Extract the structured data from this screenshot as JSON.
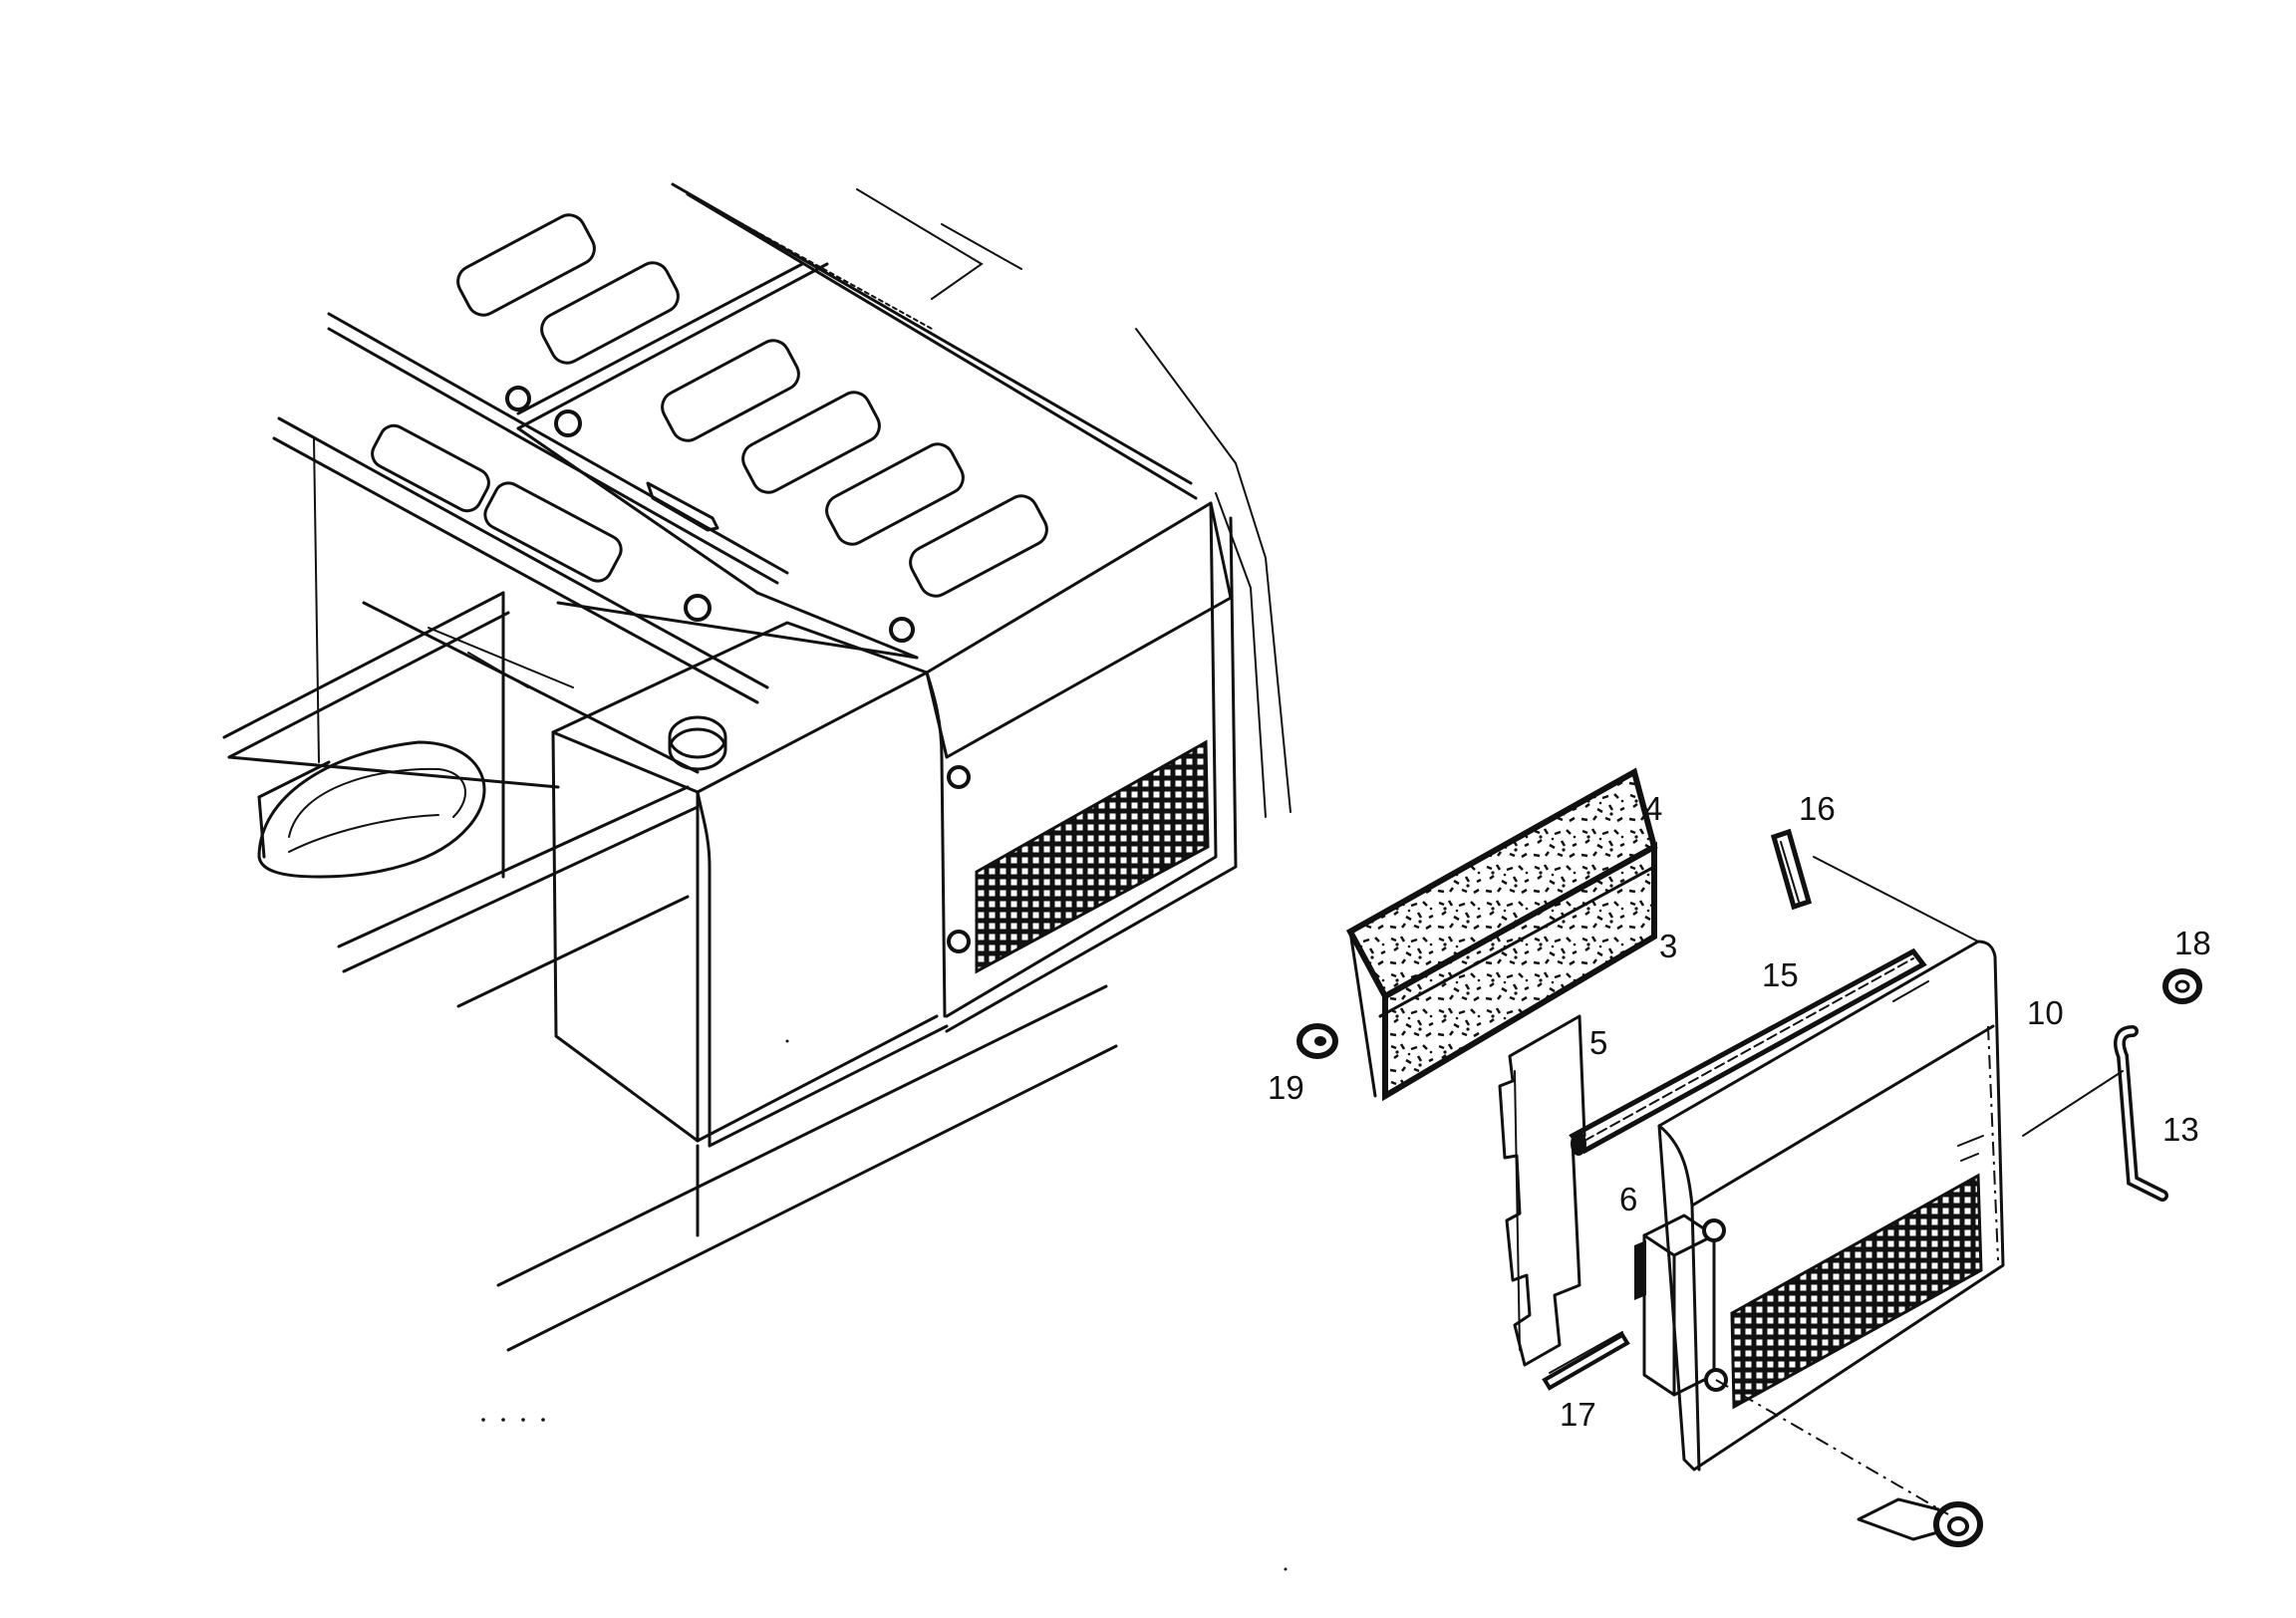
{
  "callouts": {
    "c3": "3",
    "c4": "4",
    "c5": "5",
    "c6": "6",
    "c10": "10",
    "c13": "13",
    "c15": "15",
    "c16": "16",
    "c17": "17",
    "c18": "18",
    "c19": "19"
  }
}
